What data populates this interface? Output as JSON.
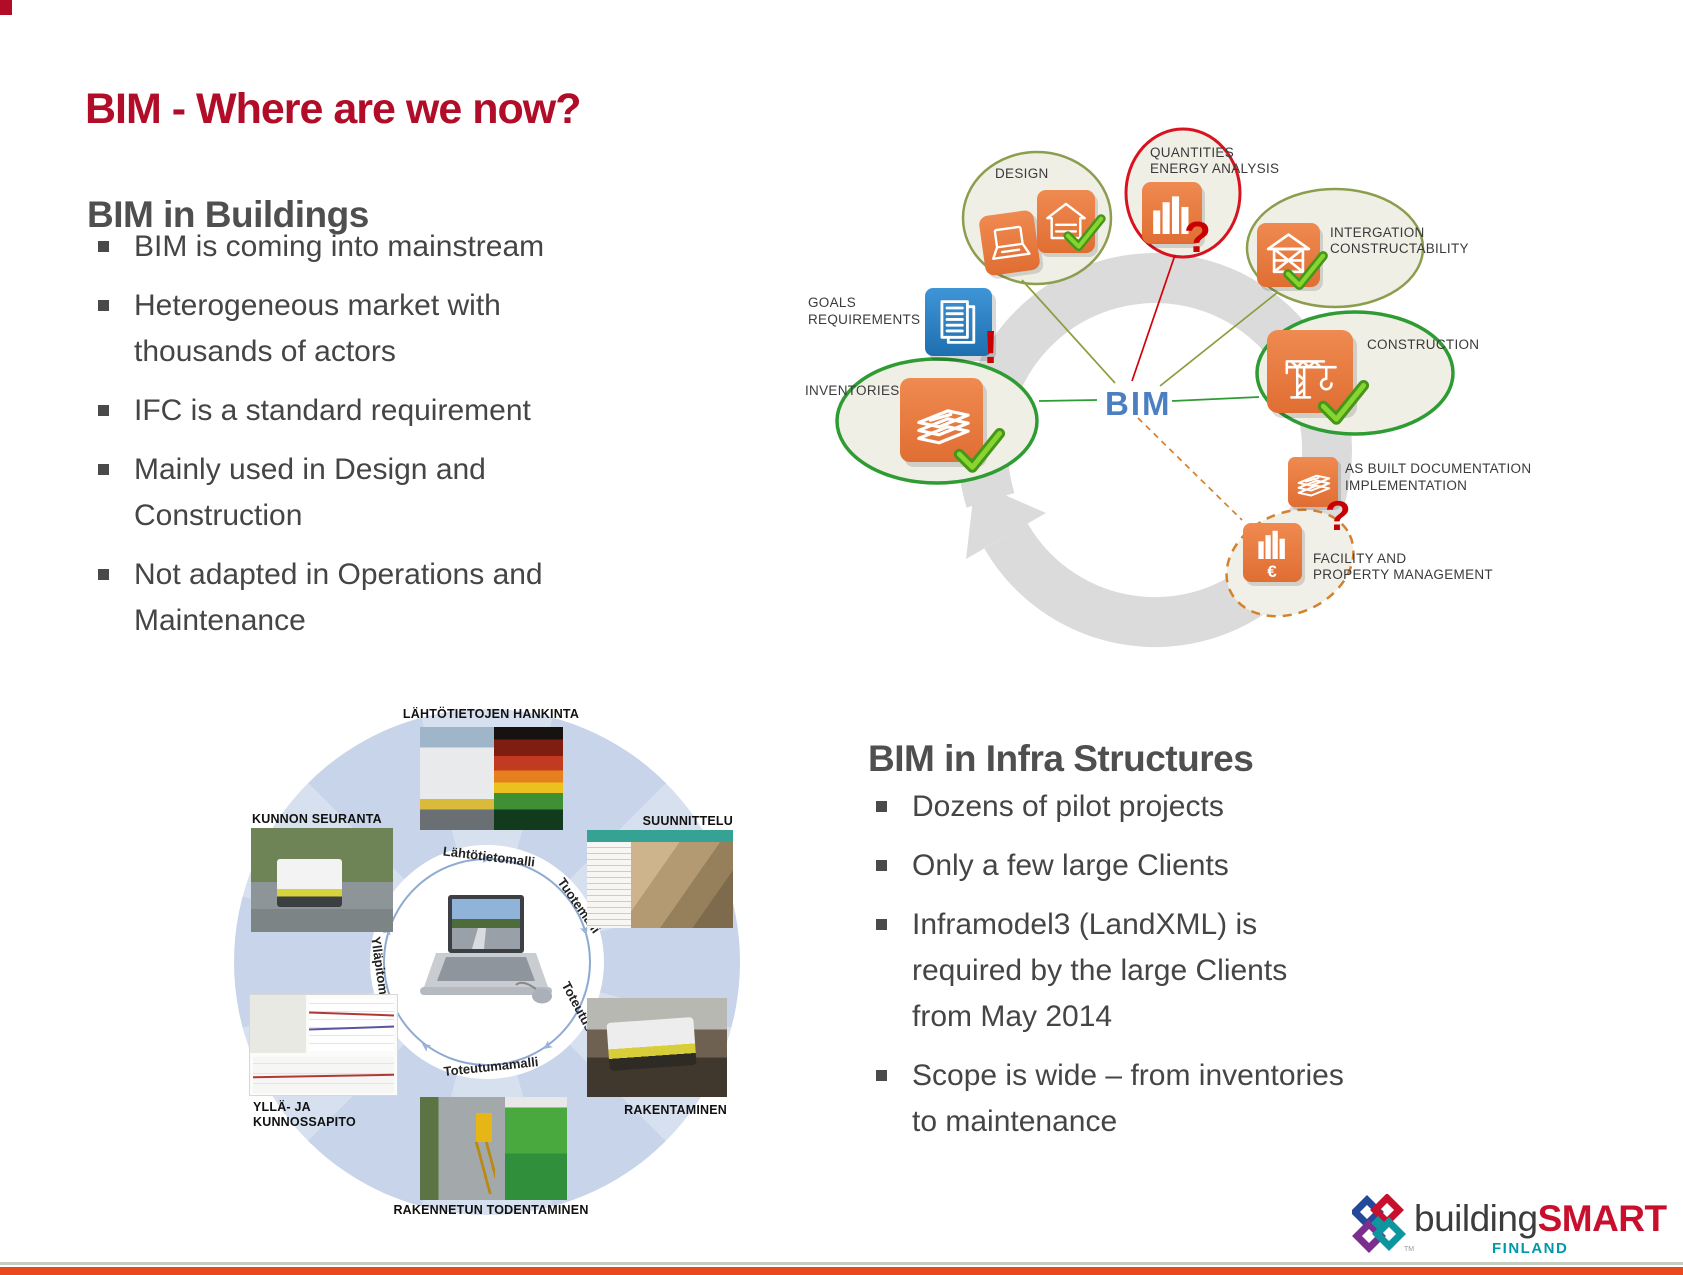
{
  "slide": {
    "title": "BIM - Where are we now?",
    "title_color": "#B10D28",
    "accent_bar_color": "#E8491D"
  },
  "buildings": {
    "heading": "BIM in Buildings",
    "bullets": [
      "BIM is coming into mainstream",
      "Heterogeneous market with\nthousands of actors",
      "IFC is a standard requirement",
      "Mainly used in Design and\nConstruction",
      "Not adapted in Operations and\nMaintenance"
    ]
  },
  "infra": {
    "heading": "BIM in Infra Structures",
    "bullets": [
      "Dozens of pilot projects",
      "Only a few large Clients",
      "Inframodel3 (LandXML) is\nrequired by the large Clients\nfrom May 2014",
      "Scope is wide – from inventories\nto maintenance"
    ]
  },
  "cycle": {
    "center": "BIM",
    "center_color": "#4C7EC2",
    "design": {
      "line1": "DESIGN",
      "status": "check"
    },
    "quantities": {
      "line1": "QUANTITIES",
      "line2": "ENERGY ANALYSIS",
      "mark": "?",
      "status": "question"
    },
    "intergation": {
      "line1": "INTERGATION",
      "line2": "CONSTRUCTABILITY",
      "status": "check"
    },
    "construction": {
      "line1": "CONSTRUCTION",
      "status": "check"
    },
    "goals": {
      "line1": "GOALS",
      "line2": "REQUIREMENTS",
      "mark": "!",
      "status": "exclaim"
    },
    "inventories": {
      "line1": "INVENTORIES",
      "status": "check"
    },
    "asbuilt": {
      "line1": "AS BUILT DOCUMENTATION",
      "line2": "IMPLEMENTATION",
      "mark": "?",
      "status": "question"
    },
    "facility": {
      "line1": "FACILITY AND",
      "line2": "PROPERTY MANAGEMENT",
      "status": "question"
    },
    "euro": "€"
  },
  "wheel": {
    "stages": {
      "top": "LÄHTÖTIETOJEN HANKINTA",
      "left": "KUNNON SEURANTA",
      "right": "SUUNNITTELU",
      "bottom_left": "YLLÄ- JA\nKUNNOSSAPITO",
      "bottom_right": "RAKENTAMINEN",
      "bottom": "RAKENNETUN TODENTAMINEN"
    },
    "models": {
      "top": "Lähtötietomalli",
      "upper_right": "Tuotemalli",
      "lower_right": "Toteutusmalli",
      "bottom": "Toteutumamalli",
      "left": "Ylläpitomalli"
    }
  },
  "logo": {
    "part1": "building",
    "part2": "SMART",
    "country": "FINLAND",
    "tm": "TM"
  }
}
